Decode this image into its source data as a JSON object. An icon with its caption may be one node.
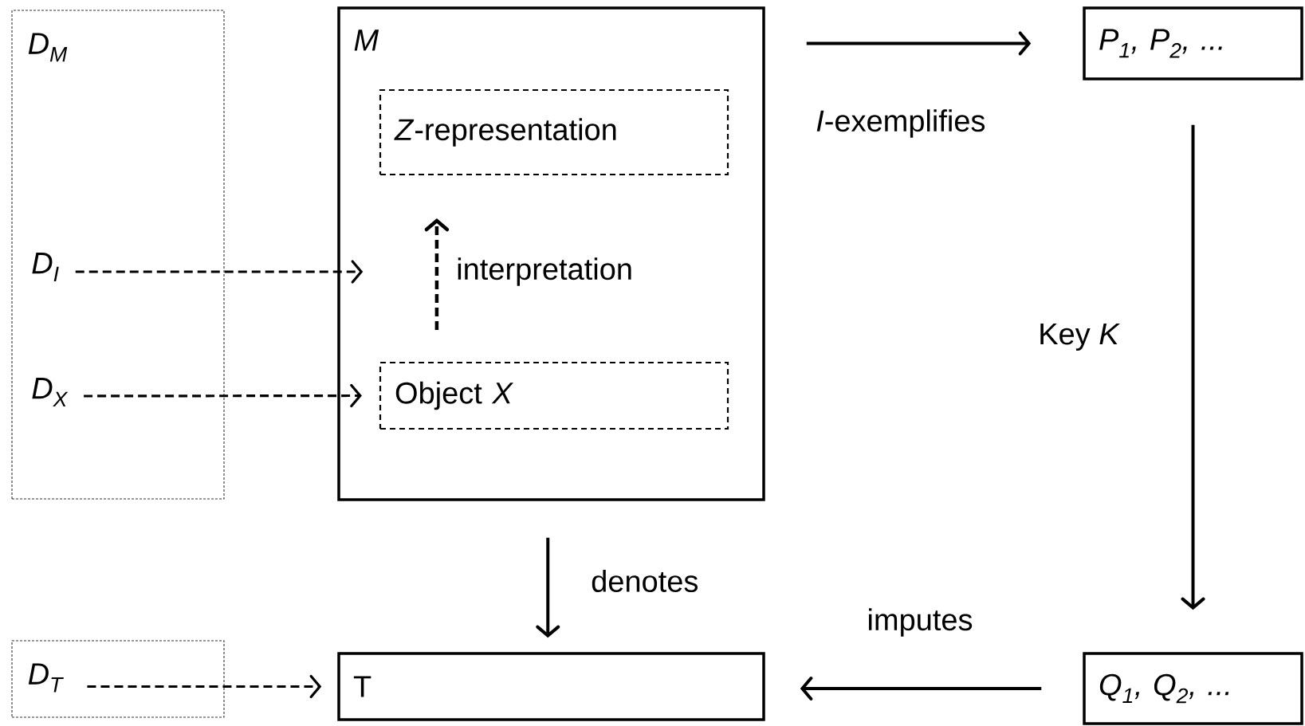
{
  "diagram": {
    "nodes": [
      {
        "text": [
          "D$_{M}$"
        ]
      },
      {
        "text": [
          "D$_{I}$"
        ],
        "in": 0
      },
      {
        "text": [
          "D$_{X}$"
        ],
        "in": 0
      },
      {
        "text": [
          "M"
        ]
      },
      {
        "text": [
          "*Z*-representation"
        ],
        "in": 3
      },
      {
        "text": [
          "Object *X*"
        ],
        "in": 3
      },
      {
        "text": [
          "P$_{1}$, P$_{2}$, ..."
        ]
      },
      {
        "text": [
          "Q$_{1}$, Q$_{2}$, ..."
        ]
      },
      {
        "text": [
          "D$_{T}$"
        ]
      },
      {
        "text": [
          "T"
        ]
      }
    ],
    "edges": [
      {
        "from": 1,
        "to": 3,
        "arrow": "to",
        "style": "dashed"
      },
      {
        "from": 2,
        "to": 5,
        "arrow": "to",
        "style": "dashed"
      },
      {
        "from": 5,
        "to": 4,
        "arrow": "to",
        "style": "dashed",
        "label": "interpretation"
      },
      {
        "from": 3,
        "to": 6,
        "arrow": "to",
        "label": "*I*-exemplifies"
      },
      {
        "from": 6,
        "to": 7,
        "arrow": "to",
        "label": "Key *K*"
      },
      {
        "from": 3,
        "to": 9,
        "arrow": "to",
        "label": "denotes"
      },
      {
        "from": 7,
        "to": 9,
        "arrow": "to",
        "label": "imputes"
      },
      {
        "from": 8,
        "to": 9,
        "arrow": "to",
        "style": "dashed"
      }
    ]
  }
}
